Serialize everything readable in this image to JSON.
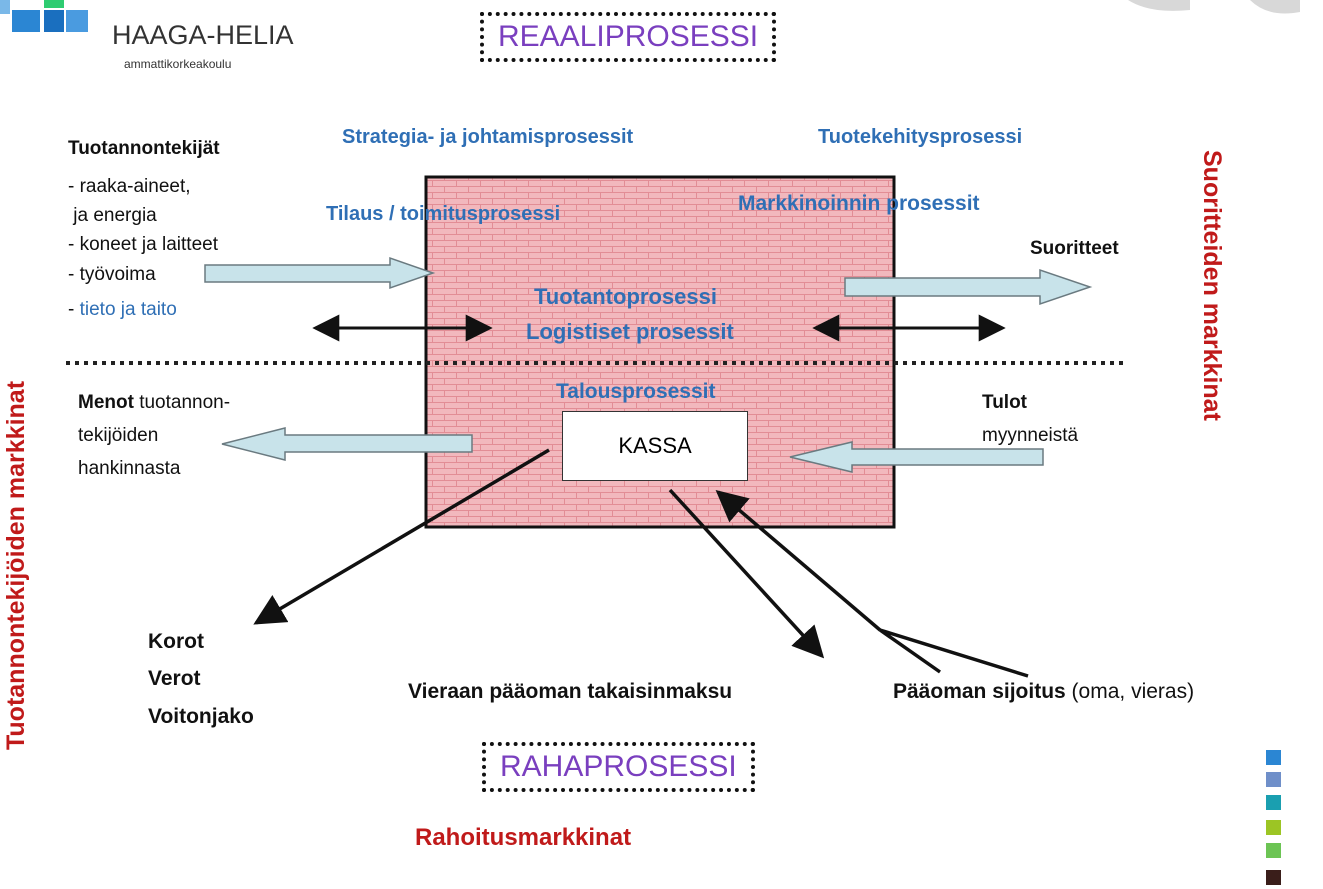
{
  "logo": {
    "name": "HAAGA-HELIA",
    "subtitle": "ammattikorkeakoulu"
  },
  "titles": {
    "real": "REAALIPROSESSI",
    "money": "RAHAPROSESSI"
  },
  "process_labels": {
    "strategy": "Strategia- ja johtamisprosessit",
    "product_dev": "Tuotekehitysprosessi",
    "order": "Tilaus / toimitusprosessi",
    "marketing": "Markkinoinnin prosessit",
    "production": "Tuotantoprosessi",
    "logistics": "Logistiset prosessit",
    "finance": "Talousprosessit",
    "kassa": "KASSA"
  },
  "inputs": {
    "heading": "Tuotannontekijät",
    "items": [
      "- raaka-aineet,",
      " ja energia",
      "- koneet ja laitteet",
      "- työvoima"
    ],
    "info_prefix": "- ",
    "info": "tieto ja taito"
  },
  "outputs": {
    "label": "Suoritteet"
  },
  "expenses": {
    "bold": "Menot",
    "rest1": " tuotannon-",
    "line2": "tekijöiden",
    "line3": "hankinnasta"
  },
  "income": {
    "bold": "Tulot",
    "line2": "myynneistä"
  },
  "payouts": [
    "Korot",
    "Verot",
    "Voitonjako"
  ],
  "debt_repayment": "Vieraan pääoman takaisinmaksu",
  "investment": {
    "bold": "Pääoman sijoitus",
    "rest": " (oma, vieras)"
  },
  "markets": {
    "left": "Tuotannontekijöiden markkinat",
    "right": "Suoritteiden markkinat",
    "bottom": "Rahoitusmarkkinat"
  },
  "colors": {
    "process_text": "#2f6fb5",
    "market_text": "#c01a1a",
    "title_text": "#7a3fbf",
    "box_fill": "#f2b8bd",
    "arrow_fill": "#c8e3ea"
  }
}
